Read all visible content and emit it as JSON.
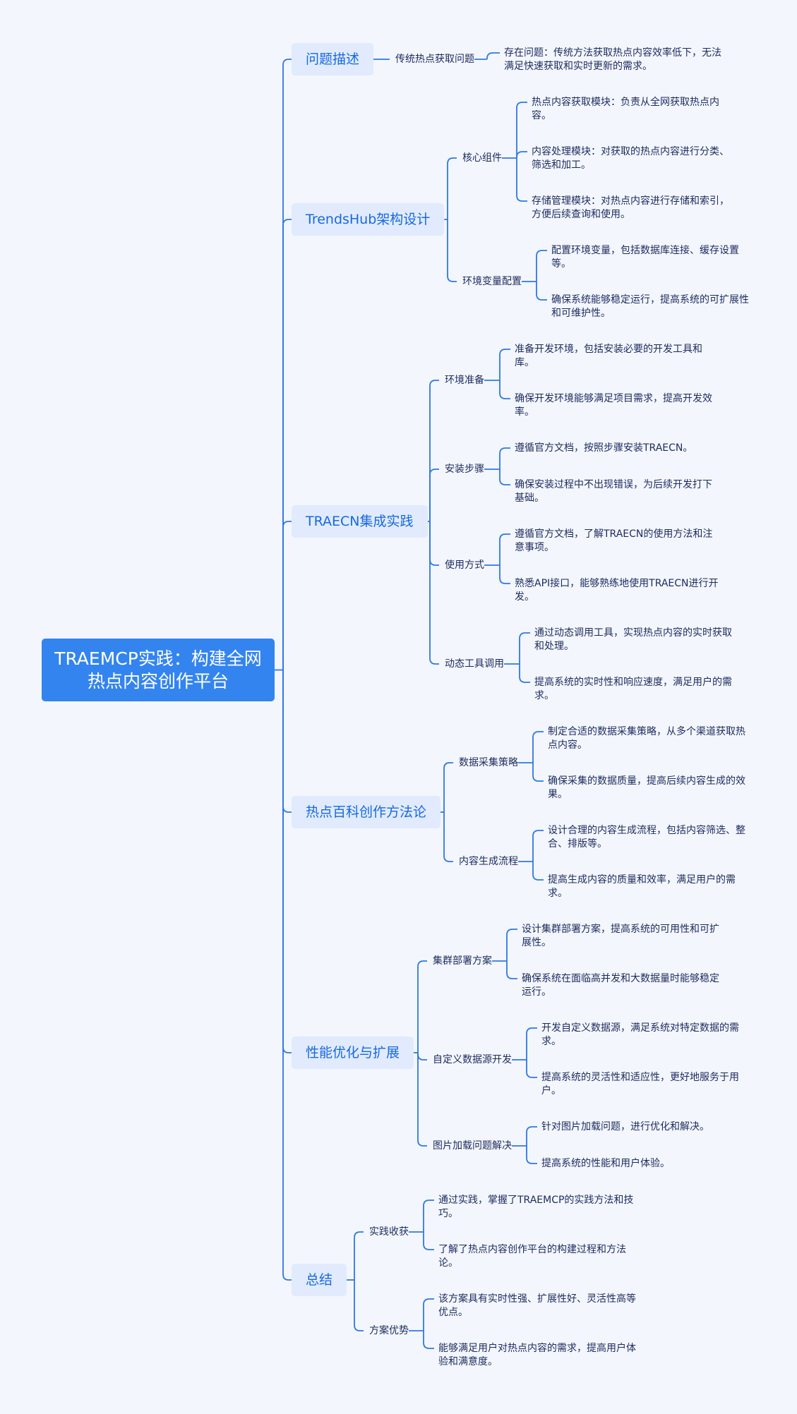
{
  "root": "TRAEMCP实践：构建全网热点内容创作平台",
  "branches": [
    {
      "label": "问题描述",
      "children": [
        {
          "label": "传统热点获取问题",
          "leaves": [
            "存在问题：传统方法获取热点内容效率低下，无法满足快速获取和实时更新的需求。"
          ]
        }
      ]
    },
    {
      "label": "TrendsHub架构设计",
      "children": [
        {
          "label": "核心组件",
          "leaves": [
            "热点内容获取模块：负责从全网获取热点内容。",
            "内容处理模块：对获取的热点内容进行分类、筛选和加工。",
            "存储管理模块：对热点内容进行存储和索引，方便后续查询和使用。"
          ]
        },
        {
          "label": "环境变量配置",
          "leaves": [
            "配置环境变量，包括数据库连接、缓存设置等。",
            "确保系统能够稳定运行，提高系统的可扩展性和可维护性。"
          ]
        }
      ]
    },
    {
      "label": "TRAECN集成实践",
      "children": [
        {
          "label": "环境准备",
          "leaves": [
            "准备开发环境，包括安装必要的开发工具和库。",
            "确保开发环境能够满足项目需求，提高开发效率。"
          ]
        },
        {
          "label": "安装步骤",
          "leaves": [
            "遵循官方文档，按照步骤安装TRAECN。",
            "确保安装过程中不出现错误，为后续开发打下基础。"
          ]
        },
        {
          "label": "使用方式",
          "leaves": [
            "遵循官方文档，了解TRAECN的使用方法和注意事项。",
            "熟悉API接口，能够熟练地使用TRAECN进行开发。"
          ]
        },
        {
          "label": "动态工具调用",
          "leaves": [
            "通过动态调用工具，实现热点内容的实时获取和处理。",
            "提高系统的实时性和响应速度，满足用户的需求。"
          ]
        }
      ]
    },
    {
      "label": "热点百科创作方法论",
      "children": [
        {
          "label": "数据采集策略",
          "leaves": [
            "制定合适的数据采集策略，从多个渠道获取热点内容。",
            "确保采集的数据质量，提高后续内容生成的效果。"
          ]
        },
        {
          "label": "内容生成流程",
          "leaves": [
            "设计合理的内容生成流程，包括内容筛选、整合、排版等。",
            "提高生成内容的质量和效率，满足用户的需求。"
          ]
        }
      ]
    },
    {
      "label": "性能优化与扩展",
      "children": [
        {
          "label": "集群部署方案",
          "leaves": [
            "设计集群部署方案，提高系统的可用性和可扩展性。",
            "确保系统在面临高并发和大数据量时能够稳定运行。"
          ]
        },
        {
          "label": "自定义数据源开发",
          "leaves": [
            "开发自定义数据源，满足系统对特定数据的需求。",
            "提高系统的灵活性和适应性，更好地服务于用户。"
          ]
        },
        {
          "label": "图片加载问题解决",
          "leaves": [
            "针对图片加载问题，进行优化和解决。",
            "提高系统的性能和用户体验。"
          ]
        }
      ]
    },
    {
      "label": "总结",
      "children": [
        {
          "label": "实践收获",
          "leaves": [
            "通过实践，掌握了TRAEMCP的实践方法和技巧。",
            "了解了热点内容创作平台的构建过程和方法论。"
          ]
        },
        {
          "label": "方案优势",
          "leaves": [
            "该方案具有实时性强、扩展性好、灵活性高等优点。",
            "能够满足用户对热点内容的需求，提高用户体验和满意度。"
          ]
        }
      ]
    }
  ],
  "colors": {
    "line": "#2f78e4",
    "root_fill": "#3384ef",
    "branch_fill": "#e1ebfd",
    "branch_text": "#1769e0",
    "background": "#f3f6fd"
  }
}
